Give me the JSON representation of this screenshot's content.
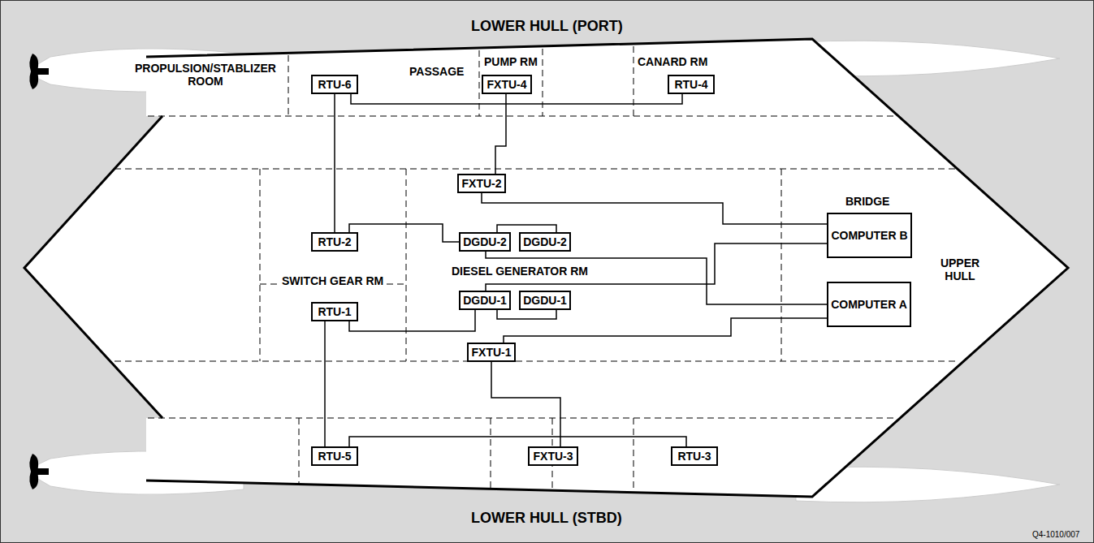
{
  "diagram": {
    "nodes": [
      {
        "text": [
          "RTU-6"
        ]
      },
      {
        "text": [
          "FXTU-4"
        ]
      },
      {
        "text": [
          "RTU-4"
        ]
      },
      {
        "text": [
          "FXTU-2"
        ]
      },
      {
        "text": [
          "RTU-2"
        ]
      },
      {
        "text": [
          "DGDU-2"
        ]
      },
      {
        "text": [
          "DGDU-2"
        ]
      },
      {
        "text": [
          "COMPUTER B"
        ]
      },
      {
        "text": [
          "DGDU-1"
        ]
      },
      {
        "text": [
          "DGDU-1"
        ]
      },
      {
        "text": [
          "COMPUTER A"
        ]
      },
      {
        "text": [
          "RTU-1"
        ]
      },
      {
        "text": [
          "FXTU-1"
        ]
      },
      {
        "text": [
          "RTU-5"
        ]
      },
      {
        "text": [
          "FXTU-3"
        ]
      },
      {
        "text": [
          "RTU-3"
        ]
      }
    ],
    "edges": [
      {
        "from": 0,
        "to": 2,
        "arrow": "none"
      },
      {
        "from": 1,
        "to": 3,
        "arrow": "none"
      },
      {
        "from": 0,
        "to": 4,
        "arrow": "none"
      },
      {
        "from": 4,
        "to": 5,
        "arrow": "none"
      },
      {
        "from": 5,
        "to": 6,
        "arrow": "none"
      },
      {
        "from": 5,
        "to": 10,
        "arrow": "none"
      },
      {
        "from": 3,
        "to": 7,
        "arrow": "none"
      },
      {
        "from": 8,
        "to": 7,
        "arrow": "none"
      },
      {
        "from": 11,
        "to": 8,
        "arrow": "none"
      },
      {
        "from": 8,
        "to": 9,
        "arrow": "none"
      },
      {
        "from": 12,
        "to": 10,
        "arrow": "none"
      },
      {
        "from": 11,
        "to": 13,
        "arrow": "none"
      },
      {
        "from": 13,
        "to": 15,
        "arrow": "none"
      },
      {
        "from": 12,
        "to": 14,
        "arrow": "none"
      }
    ],
    "labels": [
      "LOWER HULL (PORT)",
      "PROPULSION/STABLIZER ROOM",
      "PASSAGE",
      "PUMP RM",
      "CANARD RM",
      "BRIDGE",
      "UPPER HULL",
      "SWITCH GEAR RM",
      "DIESEL GENERATOR RM",
      "LOWER HULL (STBD)",
      "Q4-1010/007"
    ]
  }
}
